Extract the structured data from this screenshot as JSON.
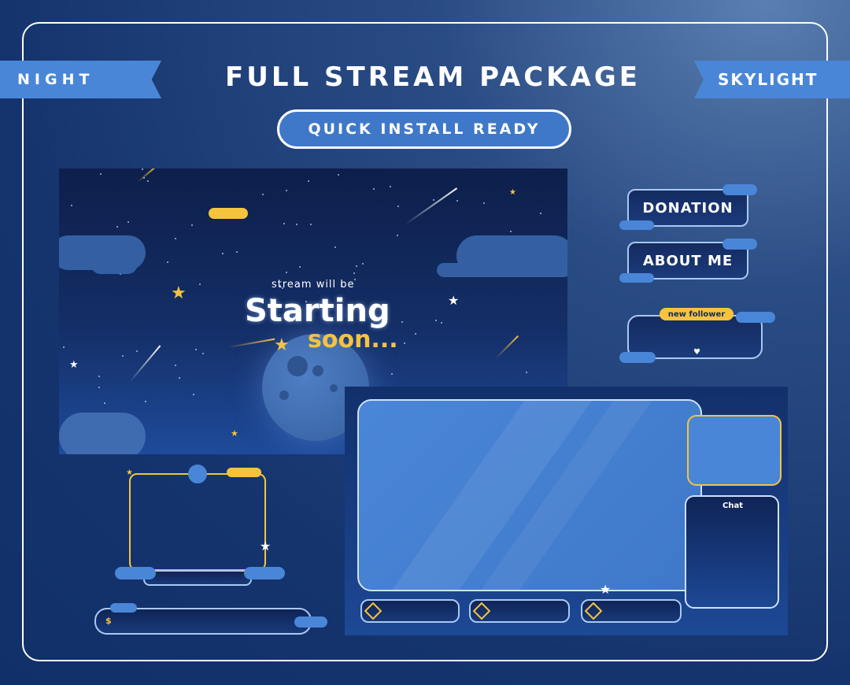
{
  "header": {
    "left_ribbon": "NIGHT",
    "right_ribbon": "SKYLIGHT",
    "title": "FULL STREAM PACKAGE",
    "badge": "QUICK INSTALL READY"
  },
  "starting_screen": {
    "line1": "stream will be",
    "line2": "Starting",
    "line3": "soon..."
  },
  "panels": {
    "donation": "DONATION",
    "about_me": "ABOUT ME"
  },
  "alert": {
    "label": "new follower"
  },
  "layout": {
    "chat_label": "Chat"
  },
  "icons": {
    "heart": "heart-icon",
    "dollar": "dollar-icon",
    "star": "star-icon"
  },
  "colors": {
    "accent_blue": "#4a86d8",
    "gold": "#f6c33d",
    "navy": "#11306a"
  }
}
